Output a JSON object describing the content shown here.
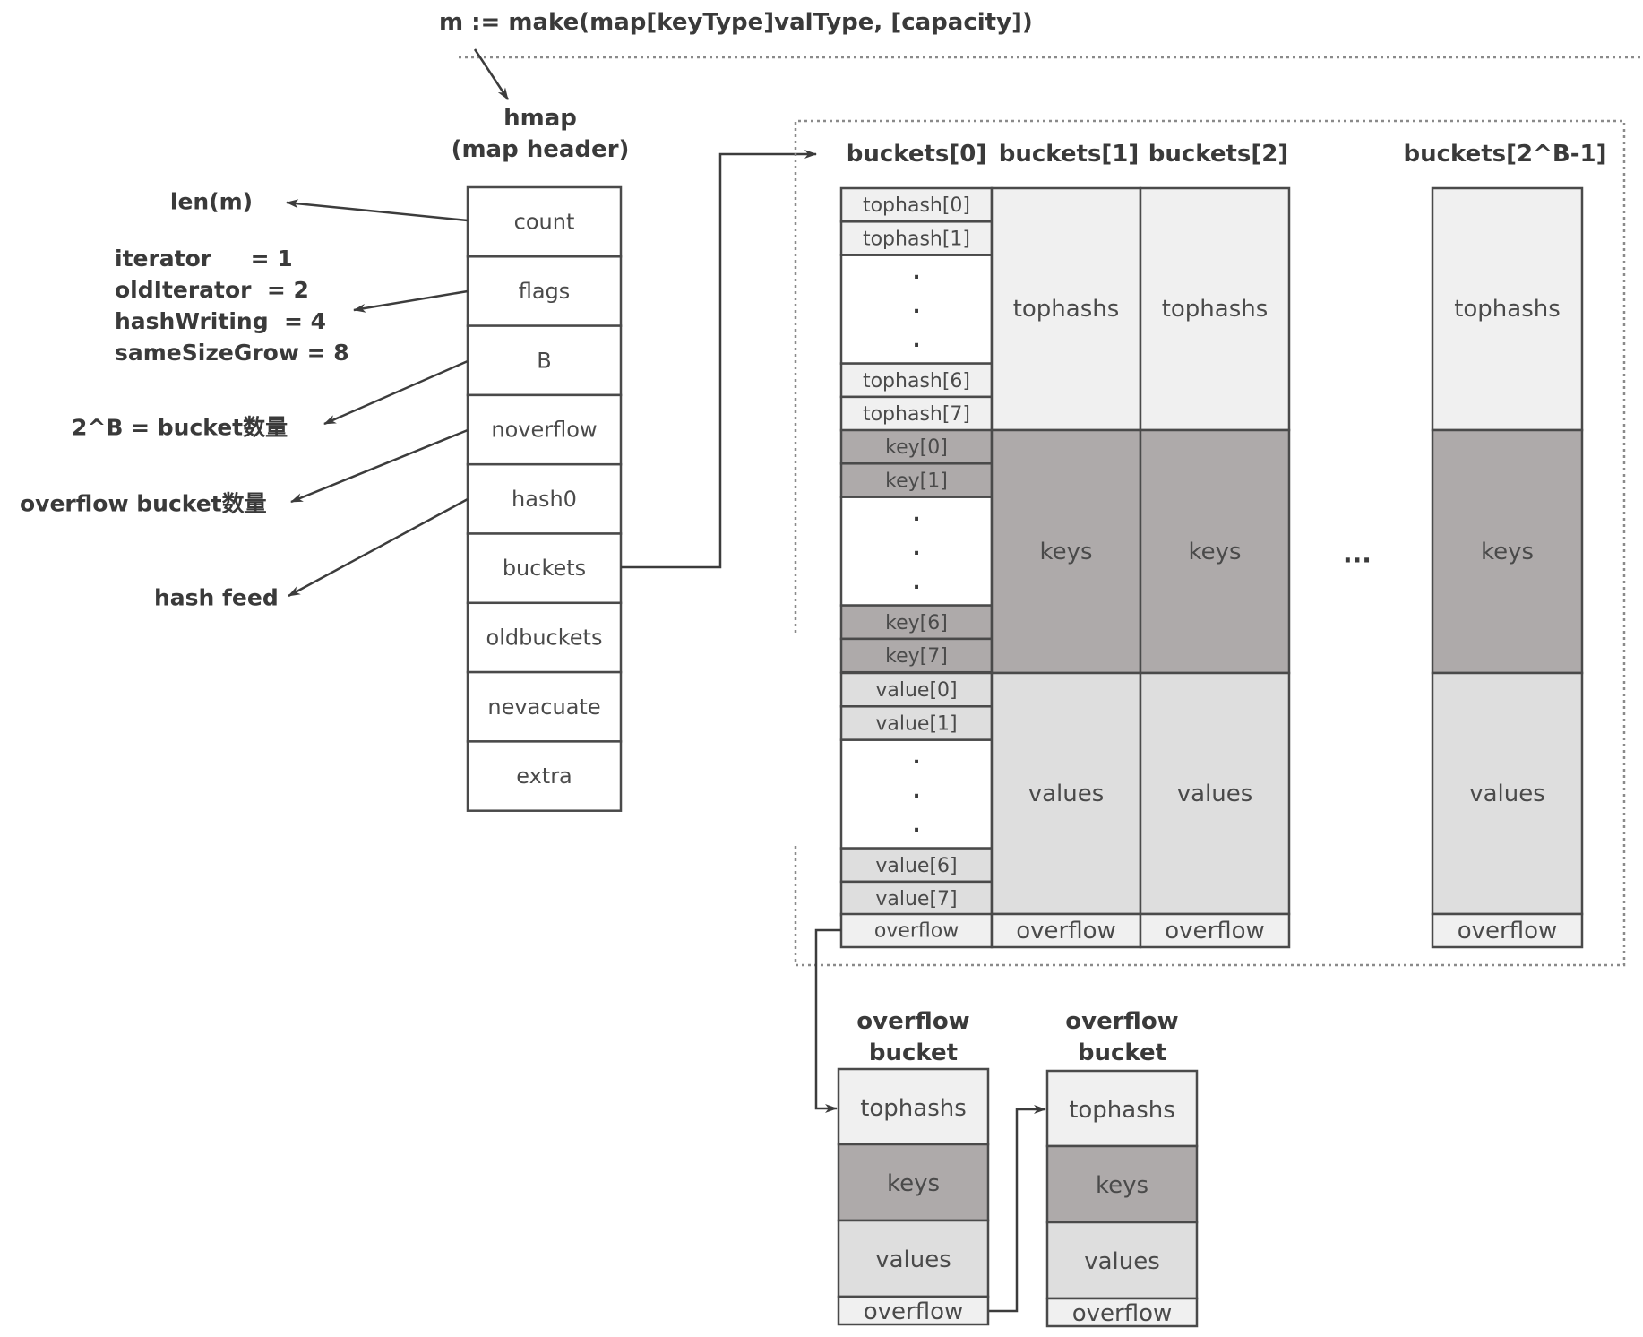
{
  "title": "m := make(map[keyType]valType, [capacity])",
  "hmap": {
    "title": "hmap",
    "subtitle": "(map header)",
    "fields": [
      "count",
      "flags",
      "B",
      "noverflow",
      "hash0",
      "buckets",
      "oldbuckets",
      "nevacuate",
      "extra"
    ]
  },
  "annotations": {
    "count": "len(m)",
    "flags": [
      "iterator     = 1",
      "oldIterator  = 2",
      "hashWriting  = 4",
      "sameSizeGrow = 8"
    ],
    "B": "2^B = bucket数量",
    "noverflow": "overflow bucket数量",
    "hash0": "hash feed"
  },
  "buckets": {
    "headers": [
      "buckets[0]",
      "buckets[1]",
      "buckets[2]",
      "buckets[2^B-1]"
    ],
    "bucket0_rows": {
      "tophash": [
        "tophash[0]",
        "tophash[1]",
        "tophash[6]",
        "tophash[7]"
      ],
      "key": [
        "key[0]",
        "key[1]",
        "key[6]",
        "key[7]"
      ],
      "value": [
        "value[0]",
        "value[1]",
        "value[6]",
        "value[7]"
      ],
      "overflow": "overflow",
      "dot": "."
    },
    "sections": {
      "tophashs": "tophashs",
      "keys": "keys",
      "values": "values",
      "overflow": "overflow"
    },
    "ellipsis": "..."
  },
  "overflow_buckets": [
    {
      "title_line1": "overflow",
      "title_line2": "bucket",
      "tophashs": "tophashs",
      "keys": "keys",
      "values": "values",
      "overflow": "overflow"
    },
    {
      "title_line1": "overflow",
      "title_line2": "bucket",
      "tophashs": "tophashs",
      "keys": "keys",
      "values": "values",
      "overflow": "overflow"
    }
  ],
  "colors": {
    "tophash_fill": "#f0f0f0",
    "keys_fill": "#aeaaaa",
    "values_fill": "#dedede",
    "overflow_fill": "#f0f0f0",
    "line": "#3c3c3c"
  }
}
